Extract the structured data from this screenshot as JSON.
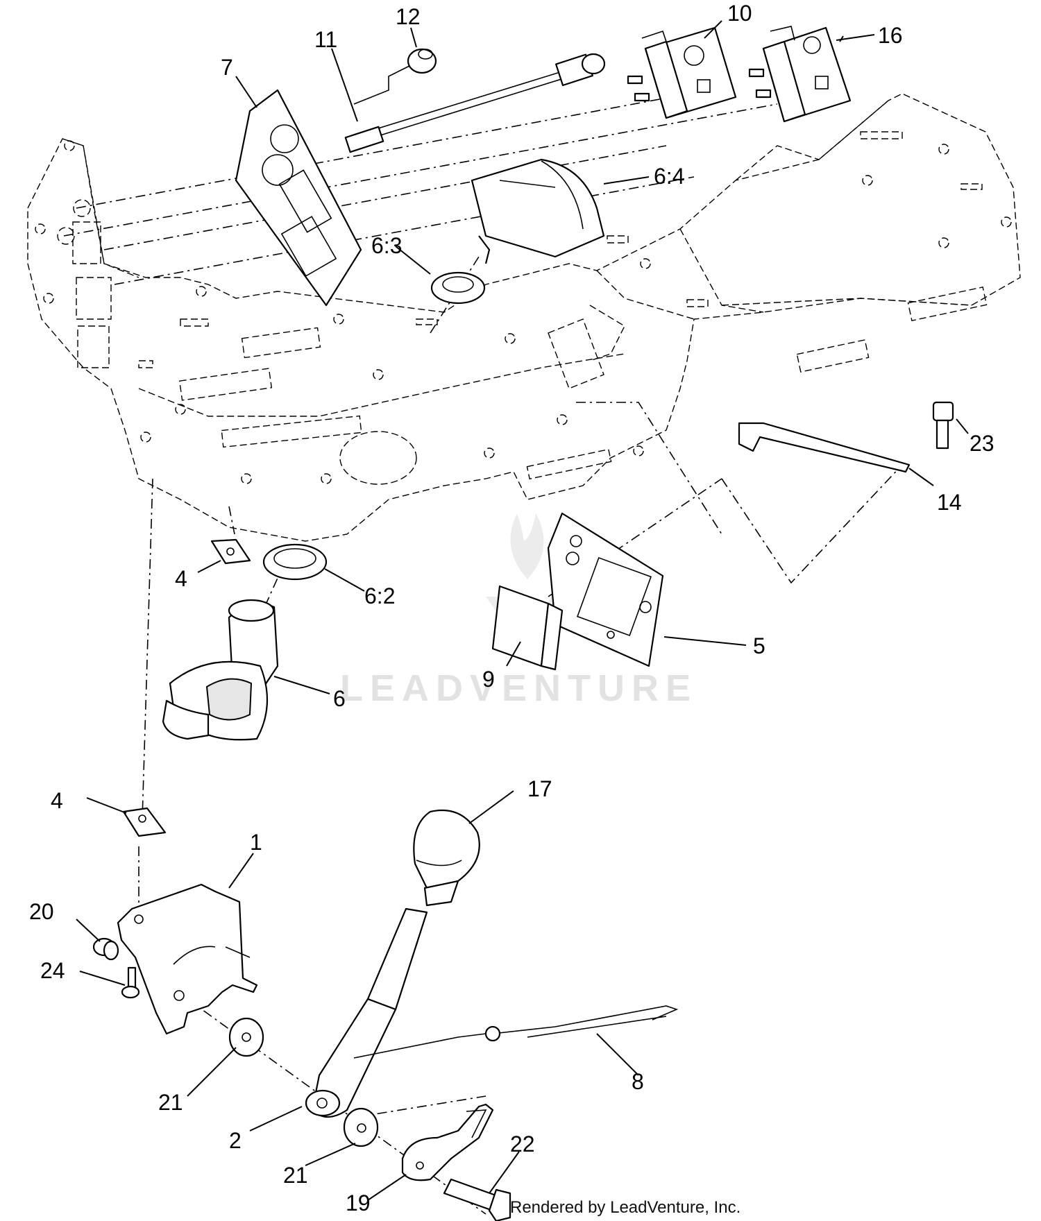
{
  "watermark": "LEADVENTURE",
  "credit": "Rendered by LeadVenture, Inc.",
  "callouts": {
    "c12": "12",
    "c11": "11",
    "c10": "10",
    "c16": "16",
    "c7": "7",
    "c6_4": "6:4",
    "c6_3": "6:3",
    "c23": "23",
    "c14": "14",
    "c4_top": "4",
    "c6_2": "6:2",
    "c5": "5",
    "c9": "9",
    "c6": "6",
    "c4_bottom": "4",
    "c17": "17",
    "c1": "1",
    "c20": "20",
    "c24": "24",
    "c8": "8",
    "c21_left": "21",
    "c2": "2",
    "c21_bottom": "21",
    "c22": "22",
    "c19": "19"
  }
}
